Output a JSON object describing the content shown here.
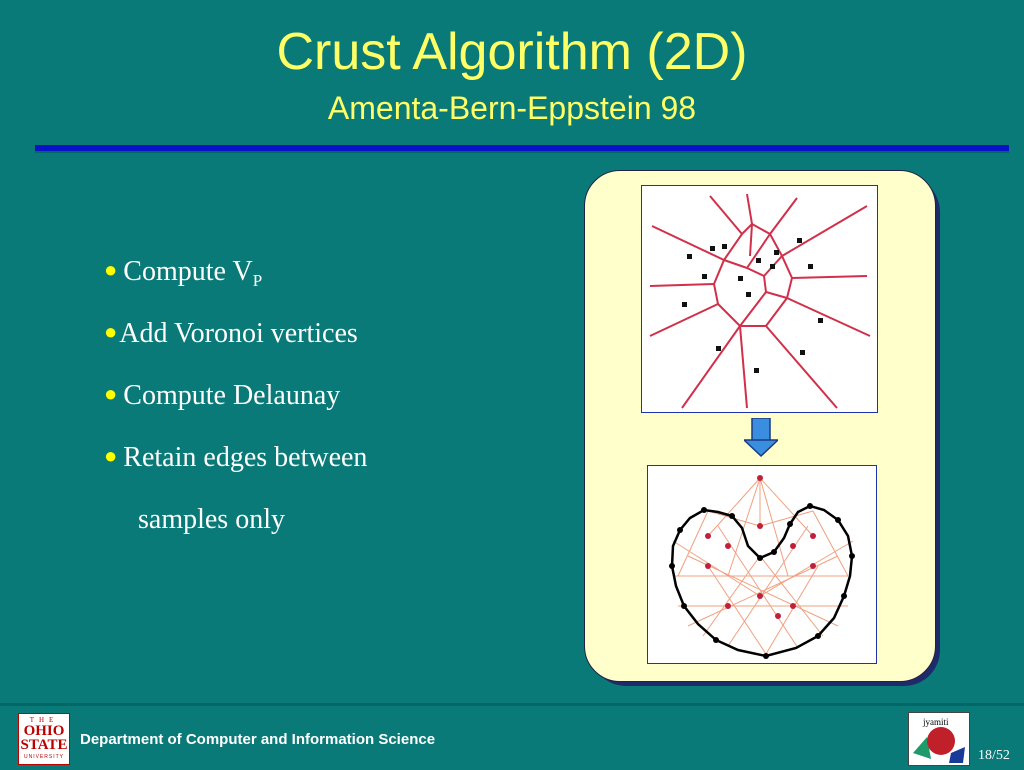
{
  "slide": {
    "title": "Crust Algorithm (2D)",
    "subtitle": "Amenta-Bern-Eppstein 98",
    "bullets": [
      {
        "text": "Compute V",
        "sub": "P"
      },
      {
        "text": "Add Voronoi vertices"
      },
      {
        "text": "Compute Delaunay"
      },
      {
        "text": "Retain edges between"
      },
      {
        "text": "samples only"
      }
    ]
  },
  "footer": {
    "logo_line1": "THE",
    "logo_line2a": "OHIO",
    "logo_line2b": "STATE",
    "logo_line3": "UNIVERSITY",
    "department": "Department of Computer and Information Science",
    "lab_logo_text": "jyamiti",
    "page": "18/52"
  },
  "colors": {
    "background": "#0a7a78",
    "title": "#ffff66",
    "rule": "#0a12c8",
    "panel": "#ffffcc",
    "voronoi_edges": "#d0304a",
    "crust_edges": "#000000",
    "delaunay_edges": "#f0a080"
  }
}
